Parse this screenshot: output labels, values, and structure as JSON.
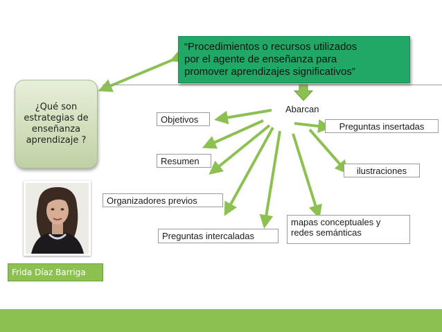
{
  "definition": {
    "lines": [
      "“Procedimientos o recursos utilizados",
      "por el agente de enseñanza para",
      "promover aprendizajes significativos”"
    ]
  },
  "question": {
    "lines": [
      "¿Qué son",
      "estrategias de",
      "enseñanza",
      "aprendizaje ?"
    ]
  },
  "caption": "Frida Díaz Barriga",
  "connector_label": "Abarcan",
  "items": {
    "objetivos": "Objetivos",
    "resumen": "Resumen",
    "organizadores": "Organizadores previos",
    "intercaladas": "Preguntas intercaladas",
    "mapas": [
      "mapas conceptuales y",
      "redes semánticas"
    ],
    "ilustraciones": "ilustraciones",
    "insertadas": "Preguntas insertadas"
  },
  "colors": {
    "definition_fill": "#21a866",
    "arrow_green": "#8cc152",
    "down_arrow": "#8cc152",
    "question_fill": "#d3e0c0",
    "footer_band": "#8cc152"
  }
}
